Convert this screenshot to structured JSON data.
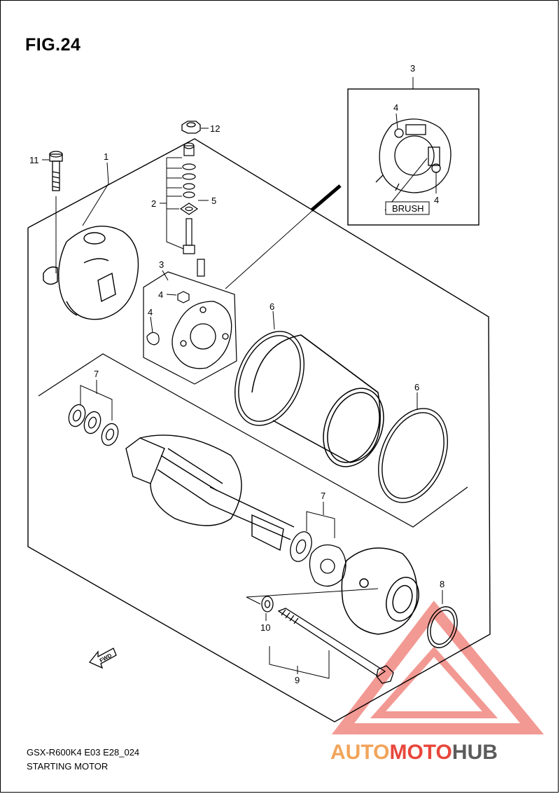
{
  "figure": {
    "title": "FIG.24",
    "model_code": "GSX-R600K4 E03 E28_024",
    "caption": "STARTING MOTOR"
  },
  "callouts": {
    "c1": "1",
    "c2": "2",
    "c3_inset": "3",
    "c3": "3",
    "c4_inset_top": "4",
    "c4_inset_bottom": "4",
    "c4_screw": "4",
    "c4_clip": "4",
    "c5": "5",
    "c6_top": "6",
    "c6_right": "6",
    "c7_left": "7",
    "c7_right": "7",
    "c8": "8",
    "c9": "9",
    "c10": "10",
    "c11": "11",
    "c12": "12"
  },
  "inset": {
    "brush_label": "BRUSH"
  },
  "direction": {
    "fwd_label": "FWD"
  },
  "watermark": {
    "part1": "AUTO",
    "part2": "MOTO",
    "part3": "HUB"
  },
  "colors": {
    "watermark_red": "#e8473c",
    "watermark_orange": "#f2a45a",
    "watermark_gray": "#5b5b5b",
    "line": "#000000"
  }
}
